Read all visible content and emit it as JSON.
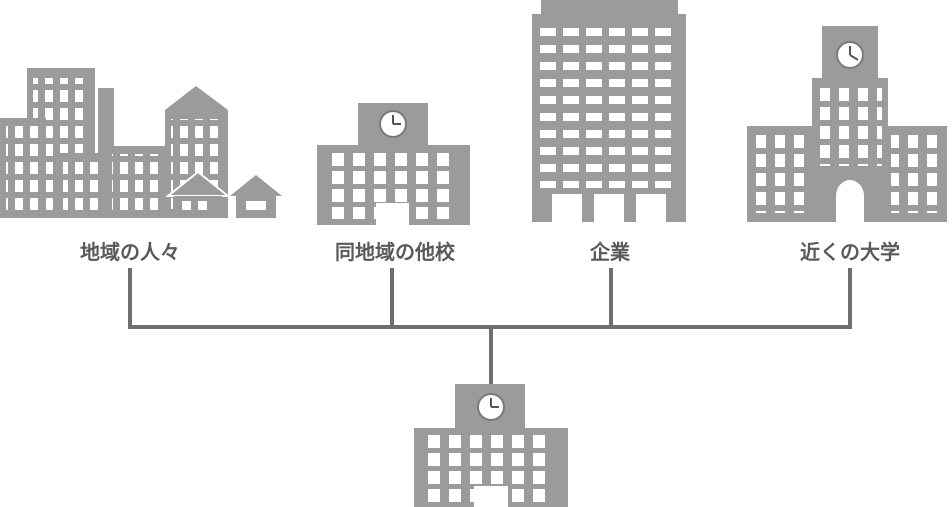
{
  "colors": {
    "building": "#9b9b9b",
    "window": "#ffffff",
    "connector": "#6e6e6e",
    "label": "#595959"
  },
  "nodes": [
    {
      "label": "地域の人々",
      "icon": "town-houses-icon"
    },
    {
      "label": "同地域の他校",
      "icon": "school-building-icon"
    },
    {
      "label": "企業",
      "icon": "office-tower-icon"
    },
    {
      "label": "近くの大学",
      "icon": "university-clock-tower-icon"
    }
  ],
  "center": {
    "icon": "school-building-icon"
  }
}
